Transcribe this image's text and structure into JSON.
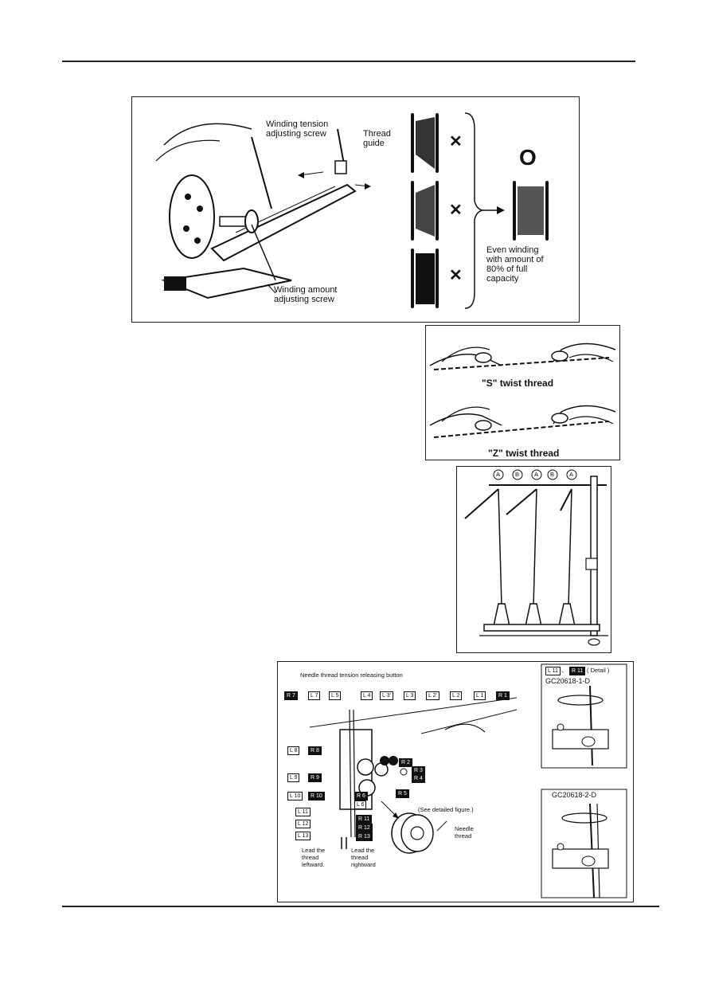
{
  "fig1": {
    "tension_label": "Winding tension\nadjusting screw",
    "guide_label": "Thread\nguide",
    "amount_label": "Winding amount\nadjusting screw",
    "good_mark": "O",
    "bad_mark": "✕",
    "note": "Even winding\nwith amount of\n80% of full\ncapacity"
  },
  "fig2": {
    "s_label": "\"S\" twist thread",
    "z_label": "\"Z\" twist thread"
  },
  "fig3": {
    "guides": [
      "A",
      "B",
      "A",
      "B",
      "A"
    ]
  },
  "fig4": {
    "title": "Needle thread tension releasing button",
    "top_tags": [
      {
        "t": "R 7",
        "k": "r"
      },
      {
        "t": "L 7",
        "k": "l"
      },
      {
        "t": "L 5",
        "k": "l"
      },
      {
        "t": "L 4",
        "k": "l"
      },
      {
        "t": "L 3'",
        "k": "l"
      },
      {
        "t": "L 3",
        "k": "l"
      },
      {
        "t": "L 2'",
        "k": "l"
      },
      {
        "t": "L 2",
        "k": "l"
      },
      {
        "t": "L 1",
        "k": "l"
      },
      {
        "t": "R 1",
        "k": "r"
      }
    ],
    "right_tags": [
      "R 2",
      "R 3",
      "R 4"
    ],
    "left_tags": [
      {
        "a": "L 8",
        "b": "R 8"
      },
      {
        "a": "L 9",
        "b": "R 9"
      },
      {
        "a": "L 10",
        "b": "R 10"
      }
    ],
    "mid_tags": {
      "r6": "R 6",
      "l6": "L 6",
      "r5": "R 5"
    },
    "lower_tags": [
      {
        "t": "L 11",
        "k": "l"
      },
      {
        "t": "R 11",
        "k": "r"
      },
      {
        "t": "L 12",
        "k": "l"
      },
      {
        "t": "R 12",
        "k": "r"
      },
      {
        "t": "L 13",
        "k": "l"
      },
      {
        "t": "R 13",
        "k": "r"
      }
    ],
    "lead_left": "Lead the\nthread\nleftward.",
    "lead_right": "Lead the\nthread\nrightward",
    "see_detail": "(See detailed figure.)",
    "needle_thread": "Needle\nthread",
    "detail_tag_l": "L 11",
    "detail_sep": "、",
    "detail_tag_r": "R 11",
    "detail_word": "( Detail  )",
    "code1": "GC20618-1-D",
    "code2": "GC20618-2-D"
  }
}
